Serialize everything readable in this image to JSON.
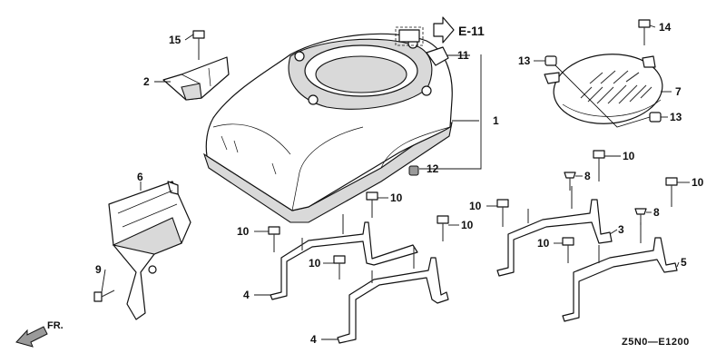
{
  "diagram": {
    "reference_arrow_label": "E-11",
    "front_label": "FR.",
    "diagram_code": "Z5N0—E1200",
    "callouts": [
      "1",
      "2",
      "3",
      "4",
      "4",
      "5",
      "6",
      "7",
      "8",
      "8",
      "9",
      "10",
      "10",
      "10",
      "10",
      "10",
      "10",
      "10",
      "10",
      "11",
      "12",
      "13",
      "13",
      "14",
      "15"
    ]
  }
}
